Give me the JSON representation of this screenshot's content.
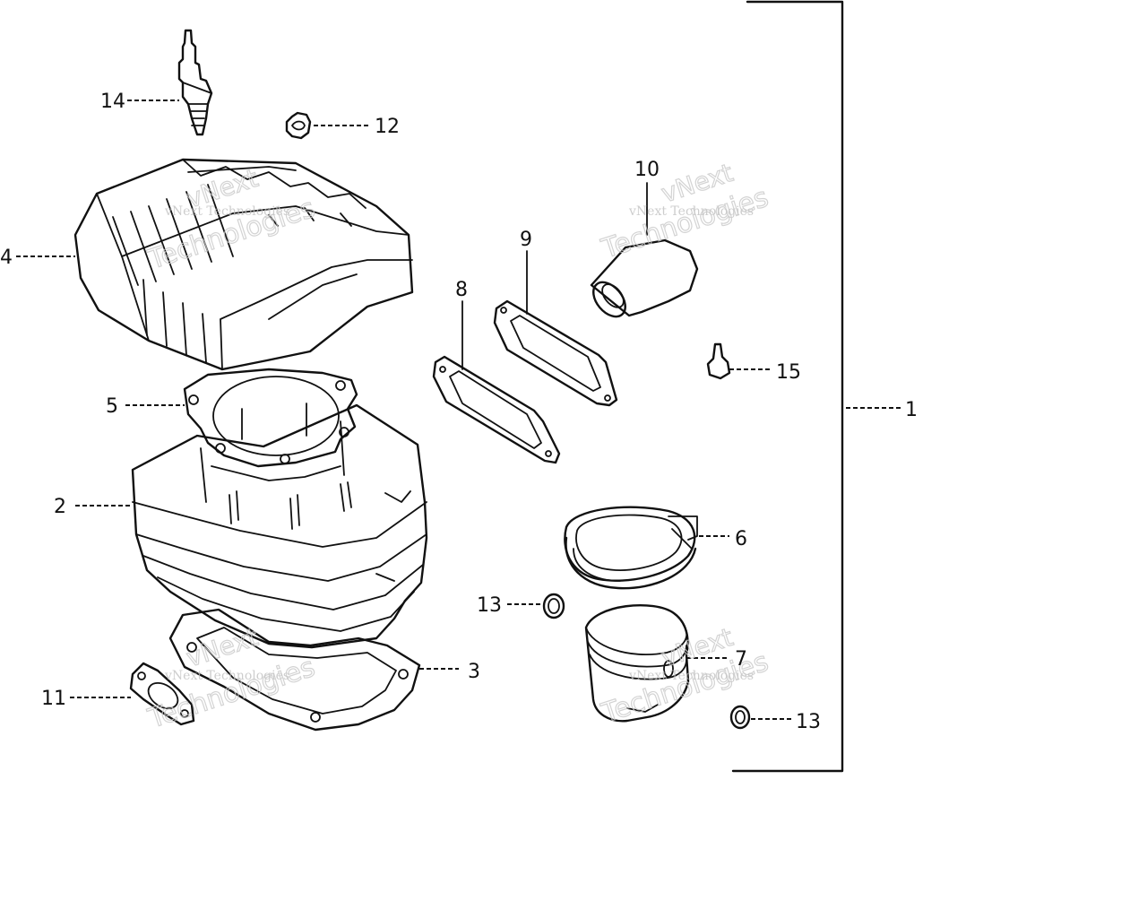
{
  "callouts": {
    "c1": "1",
    "c2": "2",
    "c3": "3",
    "c4": "4",
    "c5": "5",
    "c6": "6",
    "c7": "7",
    "c8": "8",
    "c9": "9",
    "c10": "10",
    "c11": "11",
    "c12": "12",
    "c13a": "13",
    "c13b": "13",
    "c14": "14",
    "c15": "15"
  },
  "watermark": {
    "line1": "vNext Technologies",
    "line2": "vNext",
    "line3": "Technologies"
  },
  "colors": {
    "ink": "#111111",
    "background": "#ffffff",
    "watermark": "#bdbdbd"
  }
}
